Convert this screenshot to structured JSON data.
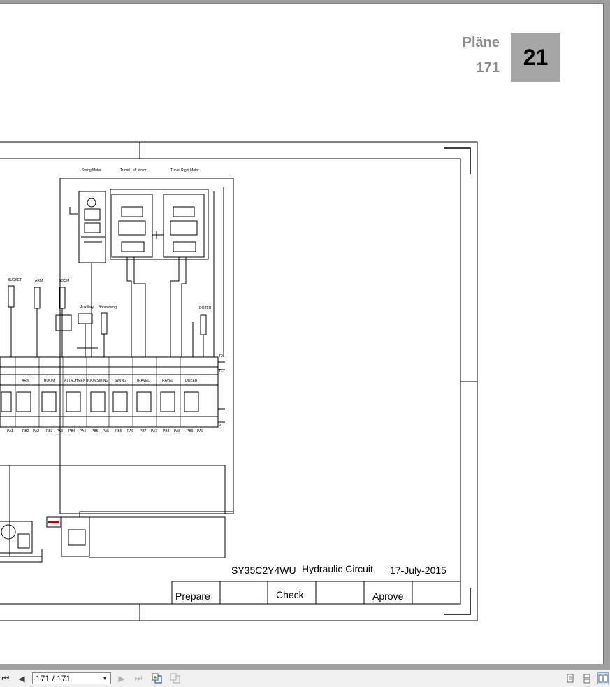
{
  "header": {
    "section_title": "Pläne",
    "page_number": "171",
    "chapter_badge": "21"
  },
  "drawing": {
    "labels": {
      "swing_motor": "Swing Motor",
      "travel_left_motor": "Travel Left Motor",
      "travel_right_motor": "Travel Right Motor",
      "bucket": "BUCKET",
      "arm": "ARM",
      "boom": "BOOM",
      "auxiliary": "Auxiliary",
      "boomswing": "Boomswing",
      "dozer": "DOZER",
      "arm_section": "ARM",
      "boom_section": "BOOM",
      "attachment_section": "ATTACHMENT",
      "boomswing_section": "BOOMSWING",
      "swing_section": "SWING",
      "travel_left_section": "TRAVEL",
      "travel_right_section": "TRAVEL",
      "dozer_section": "DOZER",
      "ports": [
        "PA1",
        "PB2",
        "PA2",
        "PB3",
        "PA3",
        "PB4",
        "PA4",
        "PB5",
        "PA5",
        "PB6",
        "PA6",
        "PB7",
        "PA7",
        "PB8",
        "PA8",
        "PB9",
        "PA9"
      ],
      "t1": "T1",
      "t2": "T2",
      "p1": "P1"
    },
    "title_block": {
      "model": "SY35C2Y4WU",
      "title": "Hydraulic Circuit",
      "date": "17-July-2015",
      "prepare": "Prepare",
      "check": "Check",
      "aprove": "Aprove"
    }
  },
  "toolbar": {
    "page_indicator": "171 / 171",
    "first_icon": "first-page-icon",
    "prev_icon": "previous-page-icon",
    "next_icon": "next-page-icon",
    "last_icon": "last-page-icon",
    "go_back_icon": "go-back-view-icon",
    "go_forward_icon": "go-forward-view-icon",
    "view_single_icon": "single-page-view-icon",
    "view_continuous_icon": "continuous-view-icon",
    "view_facing_icon": "facing-pages-view-icon"
  }
}
